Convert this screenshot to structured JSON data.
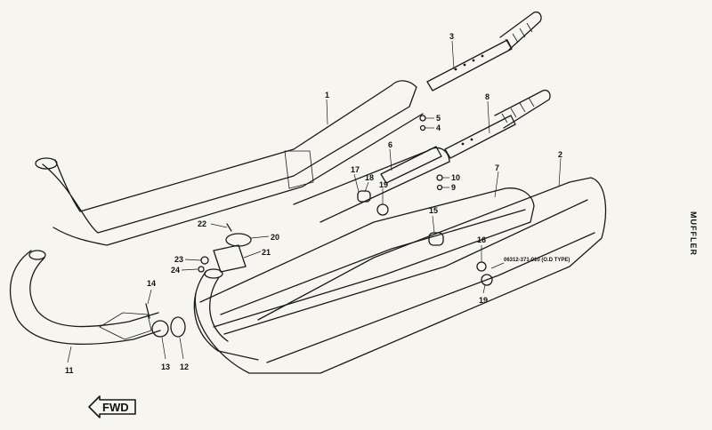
{
  "section_title": "MUFFLER",
  "direction_label": "FWD",
  "note": "06312-371-010 (O.D TYPE)",
  "callouts": [
    "1",
    "2",
    "3",
    "4",
    "5",
    "6",
    "7",
    "8",
    "9",
    "10",
    "11",
    "12",
    "13",
    "14",
    "15",
    "16",
    "17",
    "18",
    "19",
    "19",
    "20",
    "21",
    "22",
    "23",
    "24"
  ]
}
